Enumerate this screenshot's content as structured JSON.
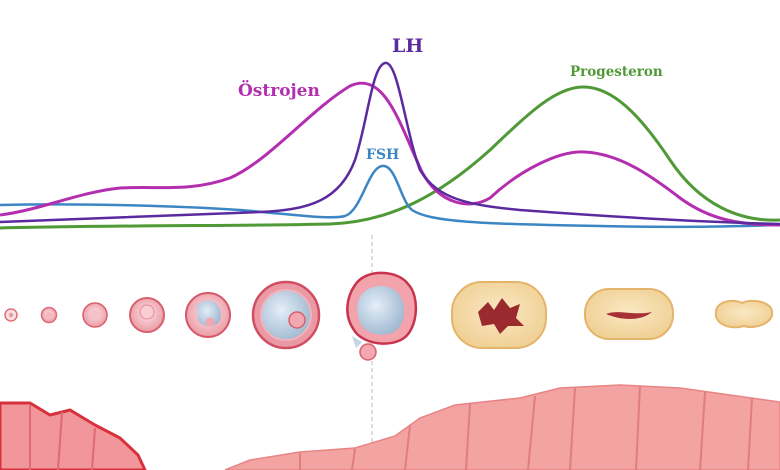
{
  "labels": {
    "lh": "LH",
    "ostrojen": "Östrojen",
    "fsh": "FSH",
    "progesteron": "Progesteron"
  },
  "colors": {
    "lh": "#5b2a9e",
    "ostrojen": "#b42fb0",
    "fsh": "#3c86c4",
    "progesteron": "#4f9a36",
    "follicle_wall": "#e0707a",
    "follicle_fill": "#f7c9cf",
    "antrum": "#b8cde0",
    "corpus_luteum": "#f3d79f",
    "endometrium": "#f08f8c"
  },
  "stages": [
    {
      "kind": "primordial-follicle"
    },
    {
      "kind": "primary-follicle"
    },
    {
      "kind": "secondary-follicle"
    },
    {
      "kind": "preantral-follicle"
    },
    {
      "kind": "early-antral-follicle"
    },
    {
      "kind": "graafian-follicle"
    },
    {
      "kind": "ovulation"
    },
    {
      "kind": "corpus-luteum"
    },
    {
      "kind": "regressing-corpus-luteum"
    },
    {
      "kind": "corpus-albicans"
    }
  ]
}
